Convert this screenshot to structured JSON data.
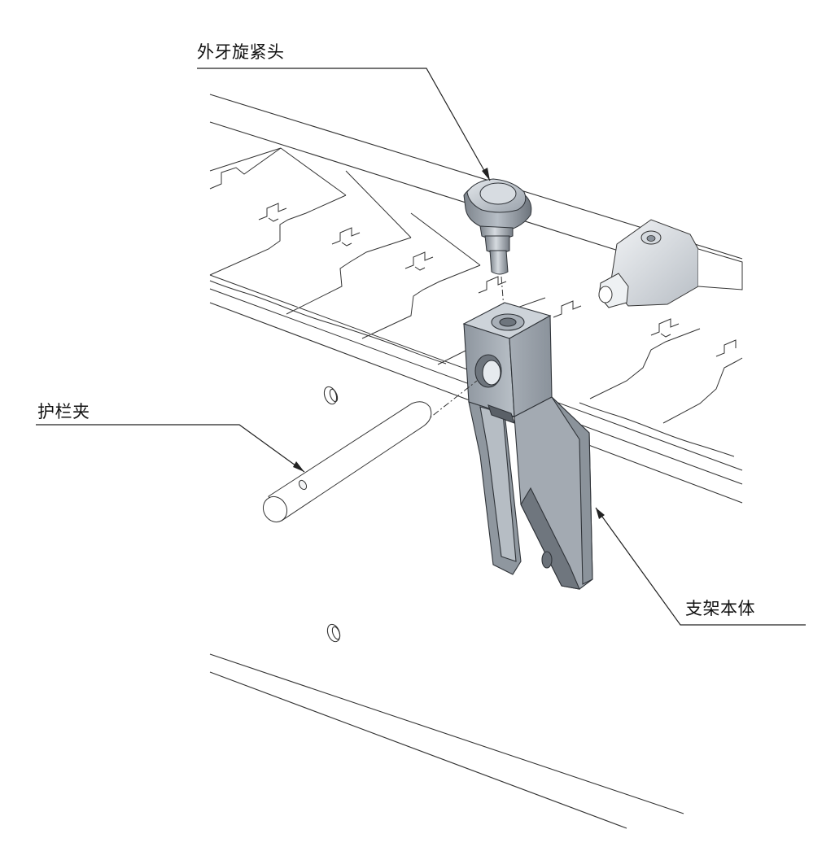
{
  "labels": {
    "knob": "外牙旋紧头",
    "pin": "护栏夹",
    "body": "支架本体"
  },
  "colors": {
    "line": "#333333",
    "metal_light": "#c9cfd6",
    "metal_mid": "#9aa2ab",
    "metal_dark": "#6d747c",
    "metal_shadow": "#4e545b"
  }
}
